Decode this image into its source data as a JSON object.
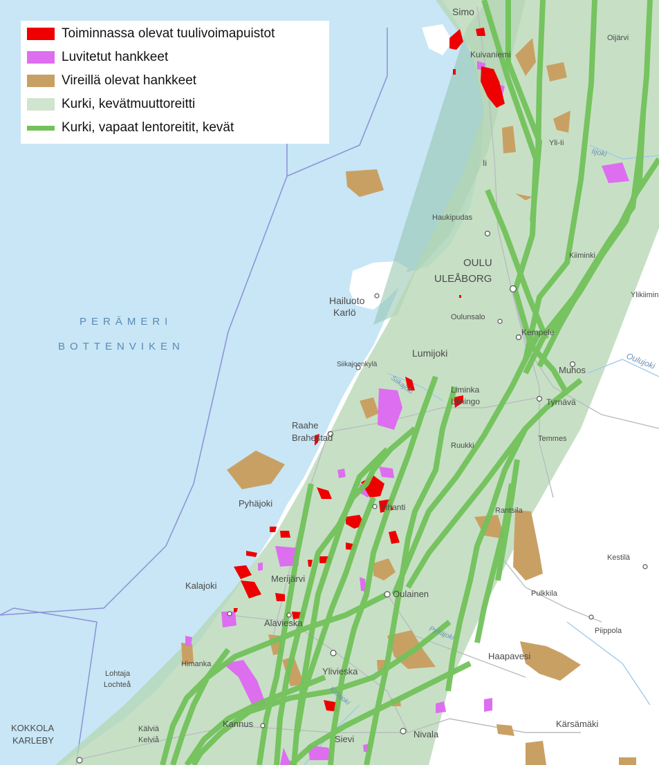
{
  "colors": {
    "sea": "#c8e6f5",
    "land": "#ffffff",
    "corridor": "#b4d6b1",
    "corridor_sea": "#8fc3aa",
    "flight_path": "#72c25b",
    "operating": "#ee0000",
    "licensed": "#dd6ef0",
    "pending": "#c9a064",
    "boundary": "#8b8fd6",
    "road": "#b8bcc0"
  },
  "legend": {
    "items": [
      {
        "label": "Toiminnassa olevat tuulivoimapuistot",
        "swatch": "operating",
        "icon": "red-square"
      },
      {
        "label": "Luvitetut hankkeet",
        "swatch": "licensed",
        "icon": "pink-square"
      },
      {
        "label": "Vireillä olevat hankkeet",
        "swatch": "pending",
        "icon": "brown-square"
      },
      {
        "label": "Kurki, kevätmuuttoreitti",
        "swatch": "corridor",
        "icon": "pale-green-square"
      },
      {
        "label": "Kurki, vapaat lentoreitit, kevät",
        "swatch": "flight_path",
        "icon": "green-line"
      }
    ]
  },
  "labels": {
    "simo": "Simo",
    "oijarvi": "Oijärvi",
    "kuivaniemi": "Kuivaniemi",
    "ylii": "Yli-Ii",
    "ii": "Ii",
    "iijoki": "Iijoki",
    "haukipudas": "Haukipudas",
    "oulu": "OULU",
    "uleaborg": "ULEÅBORG",
    "kiiminki": "Kiiminki",
    "ylikiiminki": "Ylikiiminki",
    "hailuoto": "Hailuoto",
    "karlo": "Karlö",
    "oulunsalo": "Oulunsalo",
    "kempele": "Kempele",
    "perameri": "PERÄMERI",
    "bottenviken": "BOTTENVIKEN",
    "lumijoki": "Lumijoki",
    "muhos": "Muhos",
    "oulujoki": "Oulujoki",
    "siikajoenkyla": "Siikajoenkylä",
    "siikajoki": "Siikajoki",
    "liminka": "Liminka",
    "limingo": "Limingo",
    "tyrnava": "Tyrnävä",
    "raahe": "Raahe",
    "brahestad": "Brahestad",
    "ruukki": "Ruukki",
    "temmes": "Temmes",
    "pyhajoki": "Pyhäjoki",
    "vihanti": "Vihanti",
    "rantsila": "Rantsila",
    "kestila": "Kestilä",
    "merijarvi": "Merijärvi",
    "kalajoki": "Kalajoki",
    "oulainen": "Oulainen",
    "pulkkila": "Pulkkila",
    "alavieska": "Alavieska",
    "pyhajoki_river": "Pyhäjoki",
    "piippola": "Piippola",
    "haapavesi": "Haapavesi",
    "himanka": "Himanka",
    "lohtaja": "Lohtaja",
    "lochtea": "Lochteå",
    "ylivieska": "Ylivieska",
    "kalajoki_river": "Kalajoki",
    "kokkola": "KOKKOLA",
    "karleby": "KARLEBY",
    "kalvia": "Kälviä",
    "kelvia": "Kelviå",
    "kannus": "Kannus",
    "karsamaki": "Kärsämäki",
    "sievi": "Sievi",
    "nivala": "Nivala"
  }
}
